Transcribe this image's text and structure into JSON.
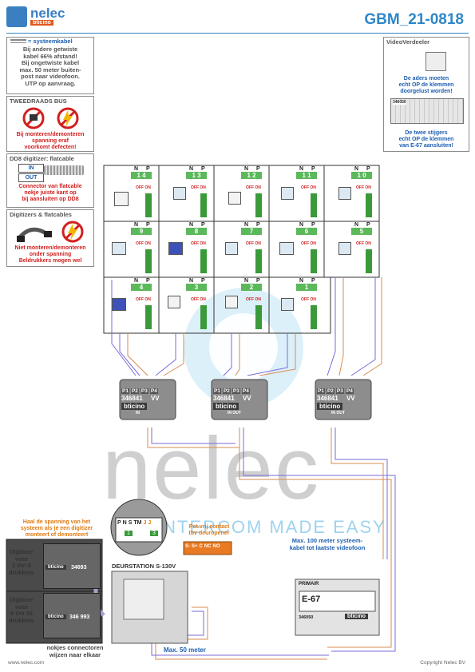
{
  "header": {
    "brand": "nelec",
    "brand_sub": "bticino",
    "code": "GBM_21-0818"
  },
  "notes_left": {
    "systeem_title": "= systeemkabel",
    "systeem_lines": [
      "Bij andere getwiste",
      "kabel 66% afstand!",
      "Bij ongetwiste kabel",
      "max. 50 meter buiten-",
      "post naar videofoon.",
      "UTP op aanvraag."
    ],
    "bus_title": "TWEEDRAADS BUS",
    "bus_warning": [
      "Bij monteren/demonteren",
      "spanning eraf",
      "voorkomt defecten!"
    ],
    "dd8_title": "DD8 digitizer: flatcable",
    "dd8_in": "IN",
    "dd8_out": "OUT",
    "dd8_lines": [
      "Connector van flatcable",
      "nokje juiste kant op",
      "bij aansluiten op DD8"
    ],
    "flat_title": "Digitizers & flatcables",
    "flat_lines": [
      "Niet monteren/demonteren",
      "onder spanning",
      "Beldrukkers mogen wel"
    ]
  },
  "notes_right": {
    "vv_title": "VideoVerdeeler",
    "vv_lines1": [
      "De aders moeten",
      "echt OP de klemmen",
      "doorgelust worden!"
    ],
    "vv_lines2": [
      "De twee stijgers",
      "echt OP de klemmen",
      "van E-67 aansluiten!"
    ],
    "vv_model": "346050"
  },
  "grid": {
    "np_n": "N",
    "np_p": "P",
    "off_on": "OFF ON",
    "rows": [
      [
        "1 4",
        "1 3",
        "1 2",
        "1 1",
        "1 0"
      ],
      [
        "9",
        "8",
        "7",
        "6",
        "5"
      ],
      [
        "4",
        "3",
        "2",
        "1"
      ]
    ]
  },
  "distributors": {
    "ports": [
      "P1",
      "P2",
      "P3",
      "P4"
    ],
    "model": "346841",
    "vv": "VV",
    "brand": "bticino",
    "in": "IN",
    "out": "OUT"
  },
  "watermark": {
    "word": "nelec",
    "tagline": "INTERCOM MADE EASY"
  },
  "bottom": {
    "haal_lines": [
      "Haal de spanning van het",
      "systeem als je een digitizer",
      "monteert of demonteert"
    ],
    "dig1_lines": [
      "Digitizer",
      "voor",
      "1 t/m 8",
      "drukkers"
    ],
    "dig2_lines": [
      "Digitizer",
      "voor",
      "9 t/m 16",
      "drukkers"
    ],
    "dig_model1": "34693",
    "dig_model2": "346 993",
    "keyboard": [
      "P",
      "N",
      "S",
      "TM",
      "J",
      "J"
    ],
    "kb_num1": "1",
    "kb_num2": "3",
    "deurstation": "DEURSTATION S-130V",
    "potvrij_lines": [
      "Pot.vrij contact",
      "tbv deuropener"
    ],
    "terminals": [
      "S-",
      "S+",
      "C",
      "NC",
      "NO"
    ],
    "max100_lines": [
      "Max. 100 meter systeem-",
      "kabel tot laatste videofoon"
    ],
    "e67_primair": "PRIMAIR",
    "e67_label": "E-67",
    "e67_model": "346050",
    "max50": "Max. 50 meter",
    "nokjes_lines": [
      "nokjes connectoren",
      "wijzen naar elkaar"
    ]
  },
  "footer": {
    "left": "www.nelec.com",
    "right": "Copyright Nelec BV"
  }
}
